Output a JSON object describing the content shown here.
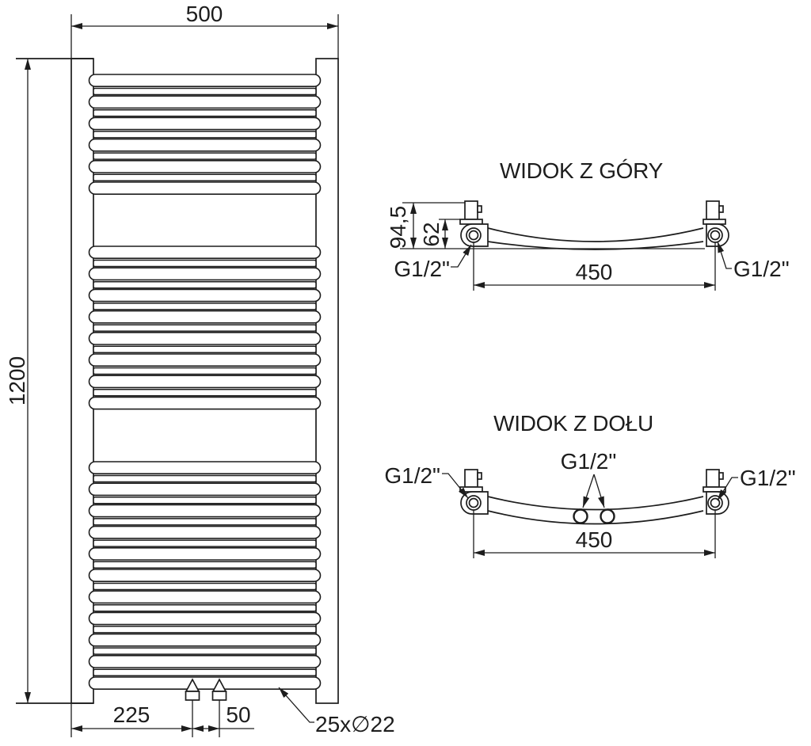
{
  "front_view": {
    "width": "500",
    "height": "1200",
    "left_port_offset": "225",
    "port_spacing": "50",
    "tube_note": "25x∅22",
    "tube_count": 25,
    "tube_groups": [
      6,
      8,
      11
    ]
  },
  "top_view": {
    "title": "WIDOK Z GÓRY",
    "total_depth": "94,5",
    "axis_depth": "62",
    "port_span": "450",
    "thread_left": "G1/2\"",
    "thread_right": "G1/2\""
  },
  "bottom_view": {
    "title": "WIDOK Z DOŁU",
    "port_span": "450",
    "thread_left": "G1/2\"",
    "thread_center": "G1/2\"",
    "thread_right": "G1/2\""
  },
  "colors": {
    "line": "#1d1d1d",
    "background": "#ffffff"
  }
}
